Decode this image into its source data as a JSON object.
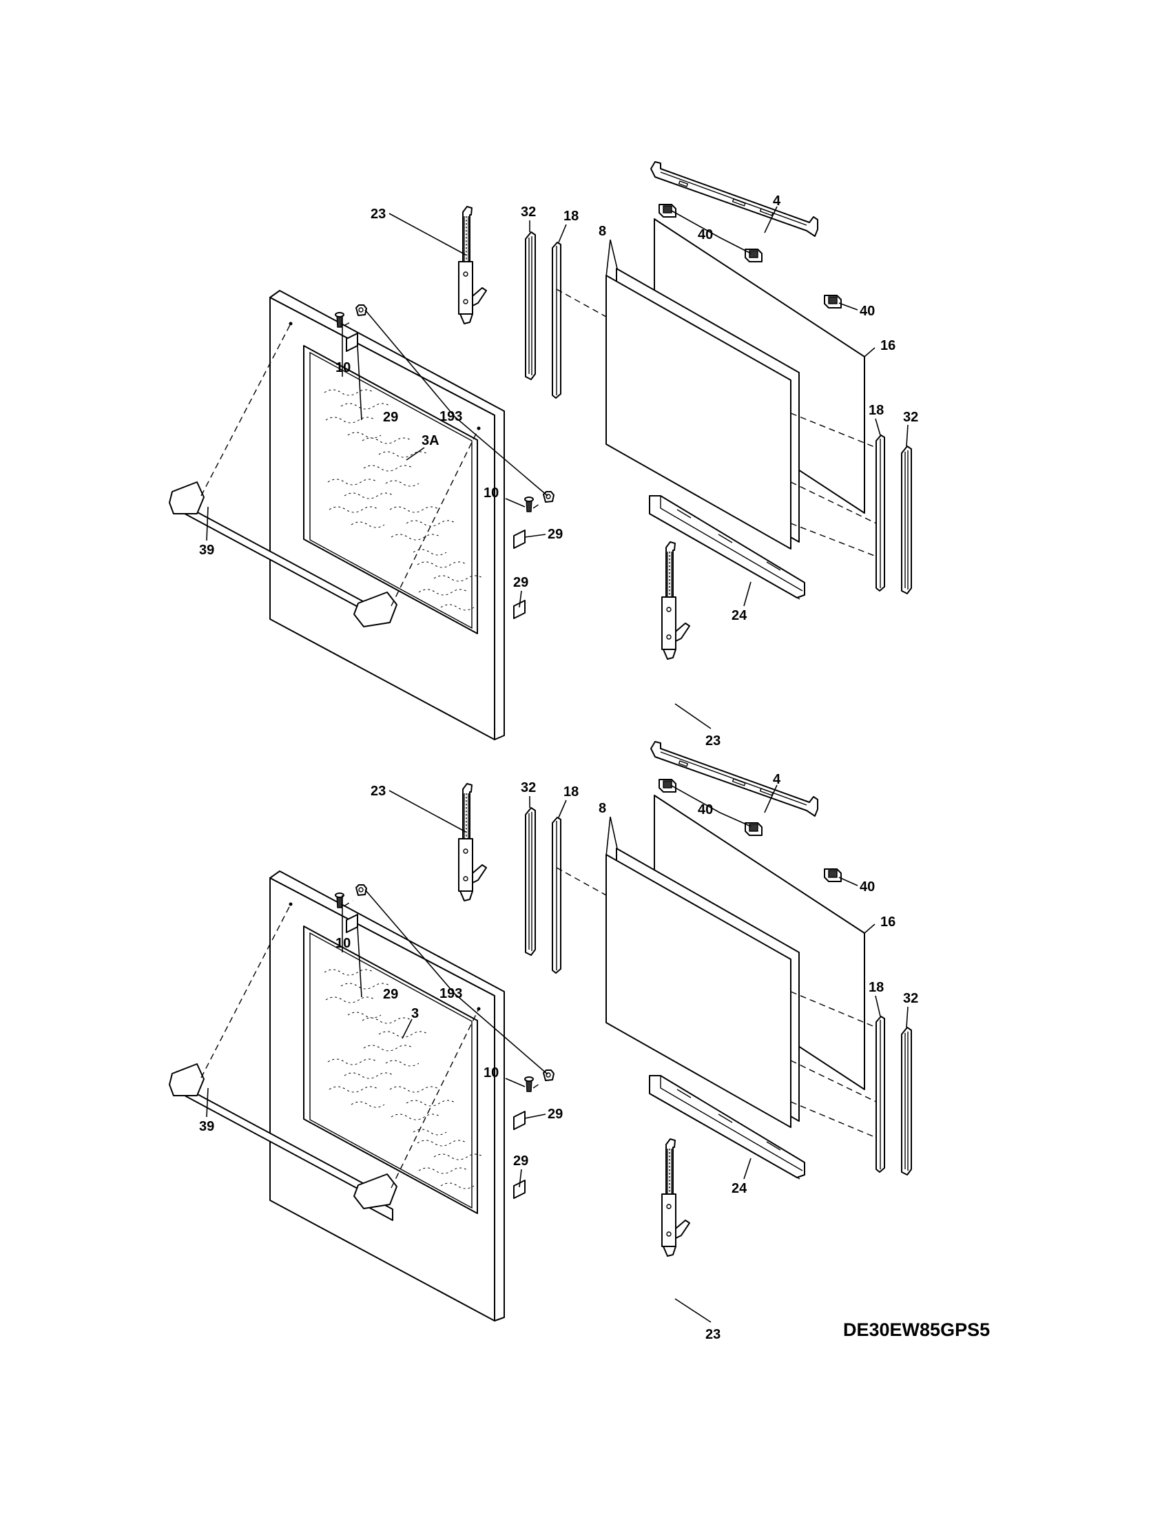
{
  "diagram": {
    "model_number": "DE30EW85GPS5",
    "upper_door": {
      "labels": {
        "hinge_top": "23",
        "channel_left": "32",
        "insulation_left": "18",
        "glass_pack": "8",
        "top_trim": "4",
        "spacer_left": "40",
        "spacer_right": "40",
        "inner_glass": "16",
        "screw_top": "10",
        "nut": "193",
        "shield_top": "29",
        "door_panel": "3A",
        "screw_side": "10",
        "shield_side_upper": "29",
        "shield_side_lower": "29",
        "handle": "39",
        "insulation_right": "18",
        "channel_right": "32",
        "bottom_trim": "24",
        "hinge_bottom": "23"
      }
    },
    "lower_door": {
      "labels": {
        "hinge_top": "23",
        "channel_left": "32",
        "insulation_left": "18",
        "glass_pack": "8",
        "top_trim": "4",
        "spacer_left": "40",
        "spacer_right": "40",
        "inner_glass": "16",
        "screw_top": "10",
        "nut": "193",
        "shield_top": "29",
        "door_panel": "3",
        "screw_side": "10",
        "shield_side_upper": "29",
        "shield_side_lower": "29",
        "handle": "39",
        "insulation_right": "18",
        "channel_right": "32",
        "bottom_trim": "24",
        "hinge_bottom": "23"
      }
    }
  }
}
